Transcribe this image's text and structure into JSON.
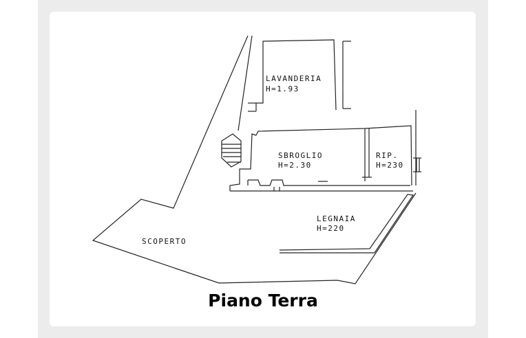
{
  "rooms": [
    {
      "id": "lavanderia",
      "name": "LAVANDERIA",
      "height": "H=1.93"
    },
    {
      "id": "sbroglio",
      "name": "SBROGLIO",
      "height": "H=2.30"
    },
    {
      "id": "rip",
      "name": "RIP.",
      "height": "H=230"
    },
    {
      "id": "legnaia",
      "name": "LEGNAIA",
      "height": "H=220"
    },
    {
      "id": "scoperto",
      "name": "SCOPERTO"
    }
  ],
  "caption": "Piano Terra"
}
